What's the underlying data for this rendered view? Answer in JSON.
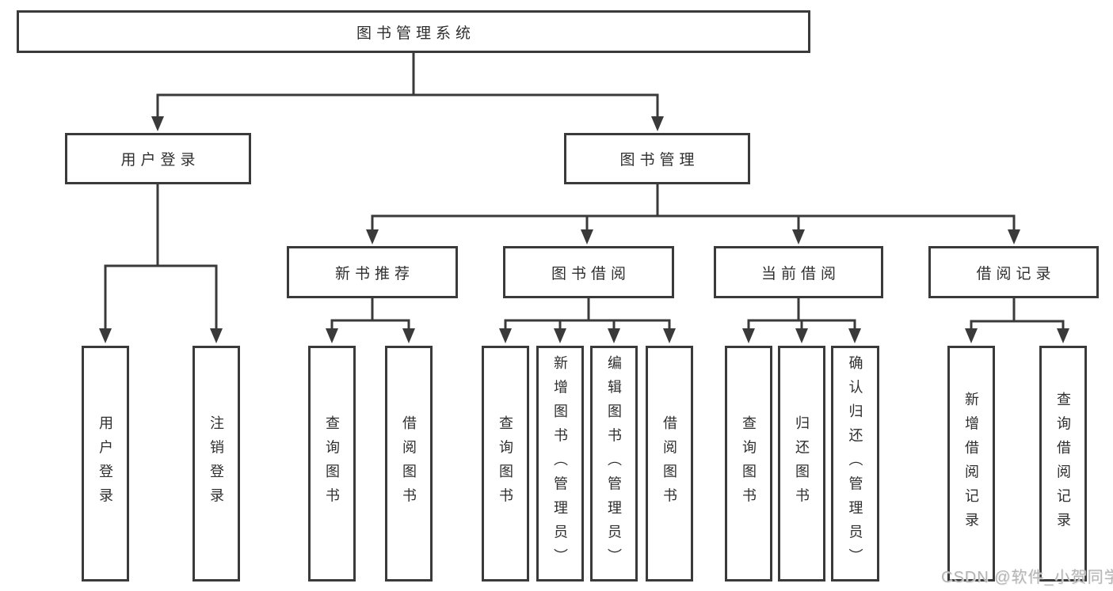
{
  "colors": {
    "line": "#3a3a3a",
    "text": "#2f2f2f",
    "box_bg": "#ffffff",
    "watermark": "#b4b4b4",
    "background": "#ffffff"
  },
  "nodes": {
    "root": "图书管理系统",
    "level2": {
      "user_login": "用户登录",
      "book_mgmt": "图书管理"
    },
    "level3": {
      "new_books": "新书推荐",
      "book_borrow": "图书借阅",
      "current_borrow": "当前借阅",
      "borrow_records": "借阅记录"
    },
    "leaves": {
      "login": "用户登录",
      "logout": "注销登录",
      "nb_query": "查询图书",
      "nb_borrow": "借阅图书",
      "bb_query": "查询图书",
      "bb_add": "新增图书（管理员）",
      "bb_edit": "编辑图书（管理员）",
      "bb_borrow": "借阅图书",
      "cb_query": "查询图书",
      "cb_return": "归还图书",
      "cb_confirm": "确认归还（管理员）",
      "br_add": "新增借阅记录",
      "br_query": "查询借阅记录"
    }
  },
  "watermark": "CSDN @软件_小贺同学"
}
